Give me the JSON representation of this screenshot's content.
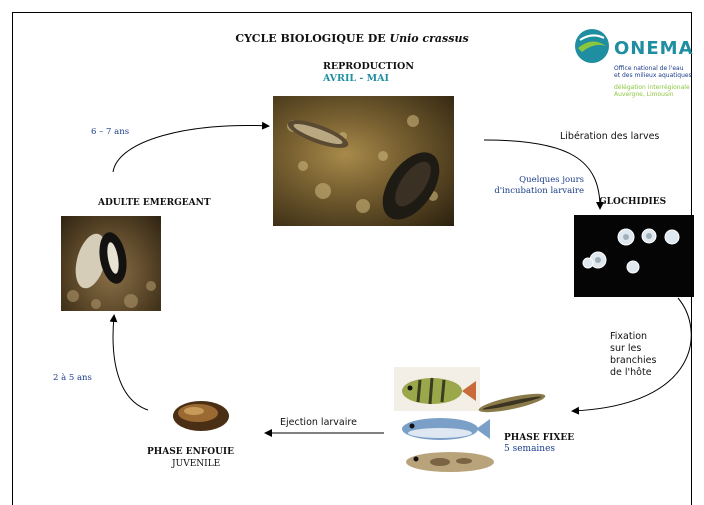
{
  "title": {
    "main": "CYCLE BIOLOGIQUE DE",
    "species": "Unio crassus"
  },
  "logo": {
    "name": "ONEMA",
    "line1": "Office national de l'eau",
    "line2": "et des milieux aquatiques",
    "line3": "délégation interrégionale",
    "line4": "Auvergne, Limousin"
  },
  "stages": {
    "reproduction": {
      "label": "REPRODUCTION",
      "period": "AVRIL - MAI"
    },
    "glochidies": {
      "label": "GLOCHIDIES"
    },
    "phase_fixee": {
      "label": "PHASE FIXEE",
      "duration": "5 semaines"
    },
    "phase_enfouie": {
      "label1": "PHASE ENFOUIE",
      "label2": "JUVENILE"
    },
    "adulte": {
      "label": "ADULTE EMERGEANT"
    }
  },
  "transitions": {
    "liberation": "Libération des larves",
    "incubation1": "Quelques jours",
    "incubation2": "d'incubation larvaire",
    "fixation1": "Fixation",
    "fixation2": "sur les",
    "fixation3": "branchies",
    "fixation4": "de l'hôte",
    "ejection": "Ejection larvaire",
    "juvenile_to_adult": "2 à 5 ans",
    "adult_to_repro": "6 – 7 ans"
  },
  "colors": {
    "accent_blue": "#1a3b8a",
    "logo_teal": "#1f8ea0",
    "logo_green": "#8cc63f"
  }
}
